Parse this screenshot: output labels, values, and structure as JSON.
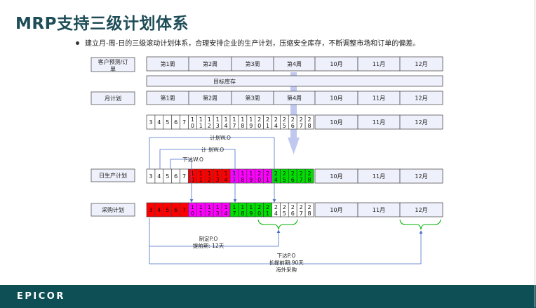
{
  "slide": {
    "title": "MRP支持三级计划体系",
    "bullet": "建立月-周-日的三级滚动计划体系，合理安排企业的生产计划，压缩安全库存，不断调整市场和订单的偏差。"
  },
  "labels": {
    "customer_forecast_l1": "客户预测/订",
    "customer_forecast_l2": "单",
    "monthly_plan": "月计划",
    "daily_plan": "日生产计划",
    "purchase_plan": "采购计划",
    "target_inventory": "目标库存"
  },
  "period_cells": [
    "第1周",
    "第2周",
    "第3周",
    "第4周",
    "10月",
    "11月",
    "12月"
  ],
  "month_cells": [
    "10月",
    "11月",
    "12月"
  ],
  "day_cells": [
    [
      "3"
    ],
    [
      "4"
    ],
    [
      "5"
    ],
    [
      "6"
    ],
    [
      "7"
    ],
    [
      "1",
      "0"
    ],
    [
      "1",
      "1"
    ],
    [
      "1",
      "2"
    ],
    [
      "1",
      "3"
    ],
    [
      "1",
      "4"
    ],
    [
      "1",
      "7"
    ],
    [
      "1",
      "8"
    ],
    [
      "1",
      "9"
    ],
    [
      "2",
      "0"
    ],
    [
      "2",
      "1"
    ],
    [
      "2",
      "4"
    ],
    [
      "2",
      "5"
    ],
    [
      "2",
      "6"
    ],
    [
      "2",
      "7"
    ],
    [
      "2",
      "8"
    ]
  ],
  "colors": {
    "red": "#ff0000",
    "magenta": "#ff00ff",
    "green": "#00e000",
    "arrow_blue": "#4a6fc7",
    "light_arrow": "#c0c8f0",
    "box_fill": "#eef0fb",
    "teal": "#0e4f55"
  },
  "annotations": {
    "plan_wo_1": "计划W.O",
    "plan_wo_2": "计 划W.O",
    "issue_wo": "下达W.O",
    "make_po": "制定P.O",
    "lead_12": "提前期: 12天",
    "issue_po": "下达P.O",
    "lead_90": "长提前期:90天",
    "overseas": "海外采购"
  },
  "footer": {
    "logo": "EPICOR"
  }
}
